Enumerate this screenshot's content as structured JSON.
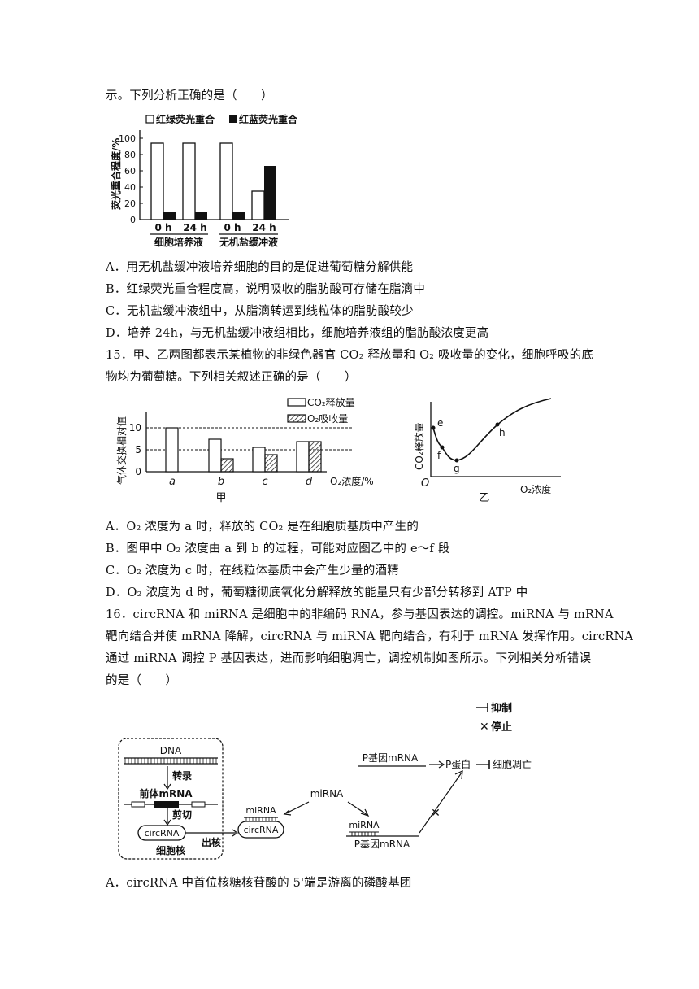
{
  "intro_line": "示。下列分析正确的是（　　）",
  "chart14": {
    "legend": [
      "红绿荧光重合",
      "红蓝荧光重合"
    ],
    "ylabel": "荧光重合程度/%",
    "yticks": [
      "0",
      "20",
      "40",
      "60",
      "80",
      "100"
    ],
    "time_labels": [
      "0 h",
      "24 h",
      "0 h",
      "24 h"
    ],
    "group_labels": [
      "细胞培养液",
      "无机盐缓冲液"
    ]
  },
  "q14_options": [
    "A．用无机盐缓冲液培养细胞的目的是促进葡萄糖分解供能",
    "B．红绿荧光重合程度高，说明吸收的脂肪酸可存储在脂滴中",
    "C．无机盐缓冲液组中，从脂滴转运到线粒体的脂肪酸较少",
    "D．培养 24h，与无机盐缓冲液组相比，细胞培养液组的脂肪酸浓度更高"
  ],
  "q15": {
    "line1": "15．甲、乙两图都表示某植物的非绿色器官 CO₂ 释放量和 O₂ 吸收量的变化，细胞呼吸的底",
    "line2": "物均为葡萄糖。下列相关叙述正确的是（　　）"
  },
  "chart15a": {
    "legend": [
      "CO₂释放量",
      "O₂吸收量"
    ],
    "ylabel": "气体交换相对值",
    "yticks": [
      "0",
      "5",
      "10"
    ],
    "categories": [
      "a",
      "b",
      "c",
      "d"
    ],
    "xlabel": "O₂浓度/%",
    "caption": "甲"
  },
  "chart15b": {
    "ylabel": "CO₂释放量",
    "xlabel": "O₂浓度",
    "origin": "O",
    "points": [
      "e",
      "f",
      "g",
      "h"
    ],
    "caption": "乙"
  },
  "q15_options": [
    "A．O₂ 浓度为 a 时，释放的 CO₂ 是在细胞质基质中产生的",
    "B．图甲中 O₂ 浓度由 a 到 b 的过程，可能对应图乙中的 e～f 段",
    "C．O₂ 浓度为 c 时，在线粒体基质中会产生少量的酒精",
    "D．O₂ 浓度为 d 时，葡萄糖彻底氧化分解释放的能量只有少部分转移到 ATP 中"
  ],
  "q16": {
    "line1": "16．circRNA 和 miRNA 是细胞中的非编码 RNA，参与基因表达的调控。miRNA 与 mRNA",
    "line2": "靶向结合并使 mRNA 降解，circRNA 与 miRNA 靶向结合，有利于 mRNA 发挥作用。circRNA",
    "line3": "通过 miRNA 调控 P 基因表达，进而影响细胞凋亡，调控机制如图所示。下列相关分析错误",
    "line4": "的是（　　）"
  },
  "diagram16": {
    "legend_inhibit": "抑制",
    "legend_stop": "停止",
    "dna": "DNA",
    "transcription": "转录",
    "pre_mrna": "前体mRNA",
    "splice": "剪切",
    "circrna": "circRNA",
    "nucleus": "细胞核",
    "export": "出核",
    "mirna": "miRNA",
    "p_gene_mrna": "P基因mRNA",
    "p_protein": "P蛋白",
    "apoptosis": "细胞凋亡"
  },
  "q16_options": [
    "A．circRNA 中首位核糖核苷酸的 5'端是游离的磷酸基团"
  ]
}
